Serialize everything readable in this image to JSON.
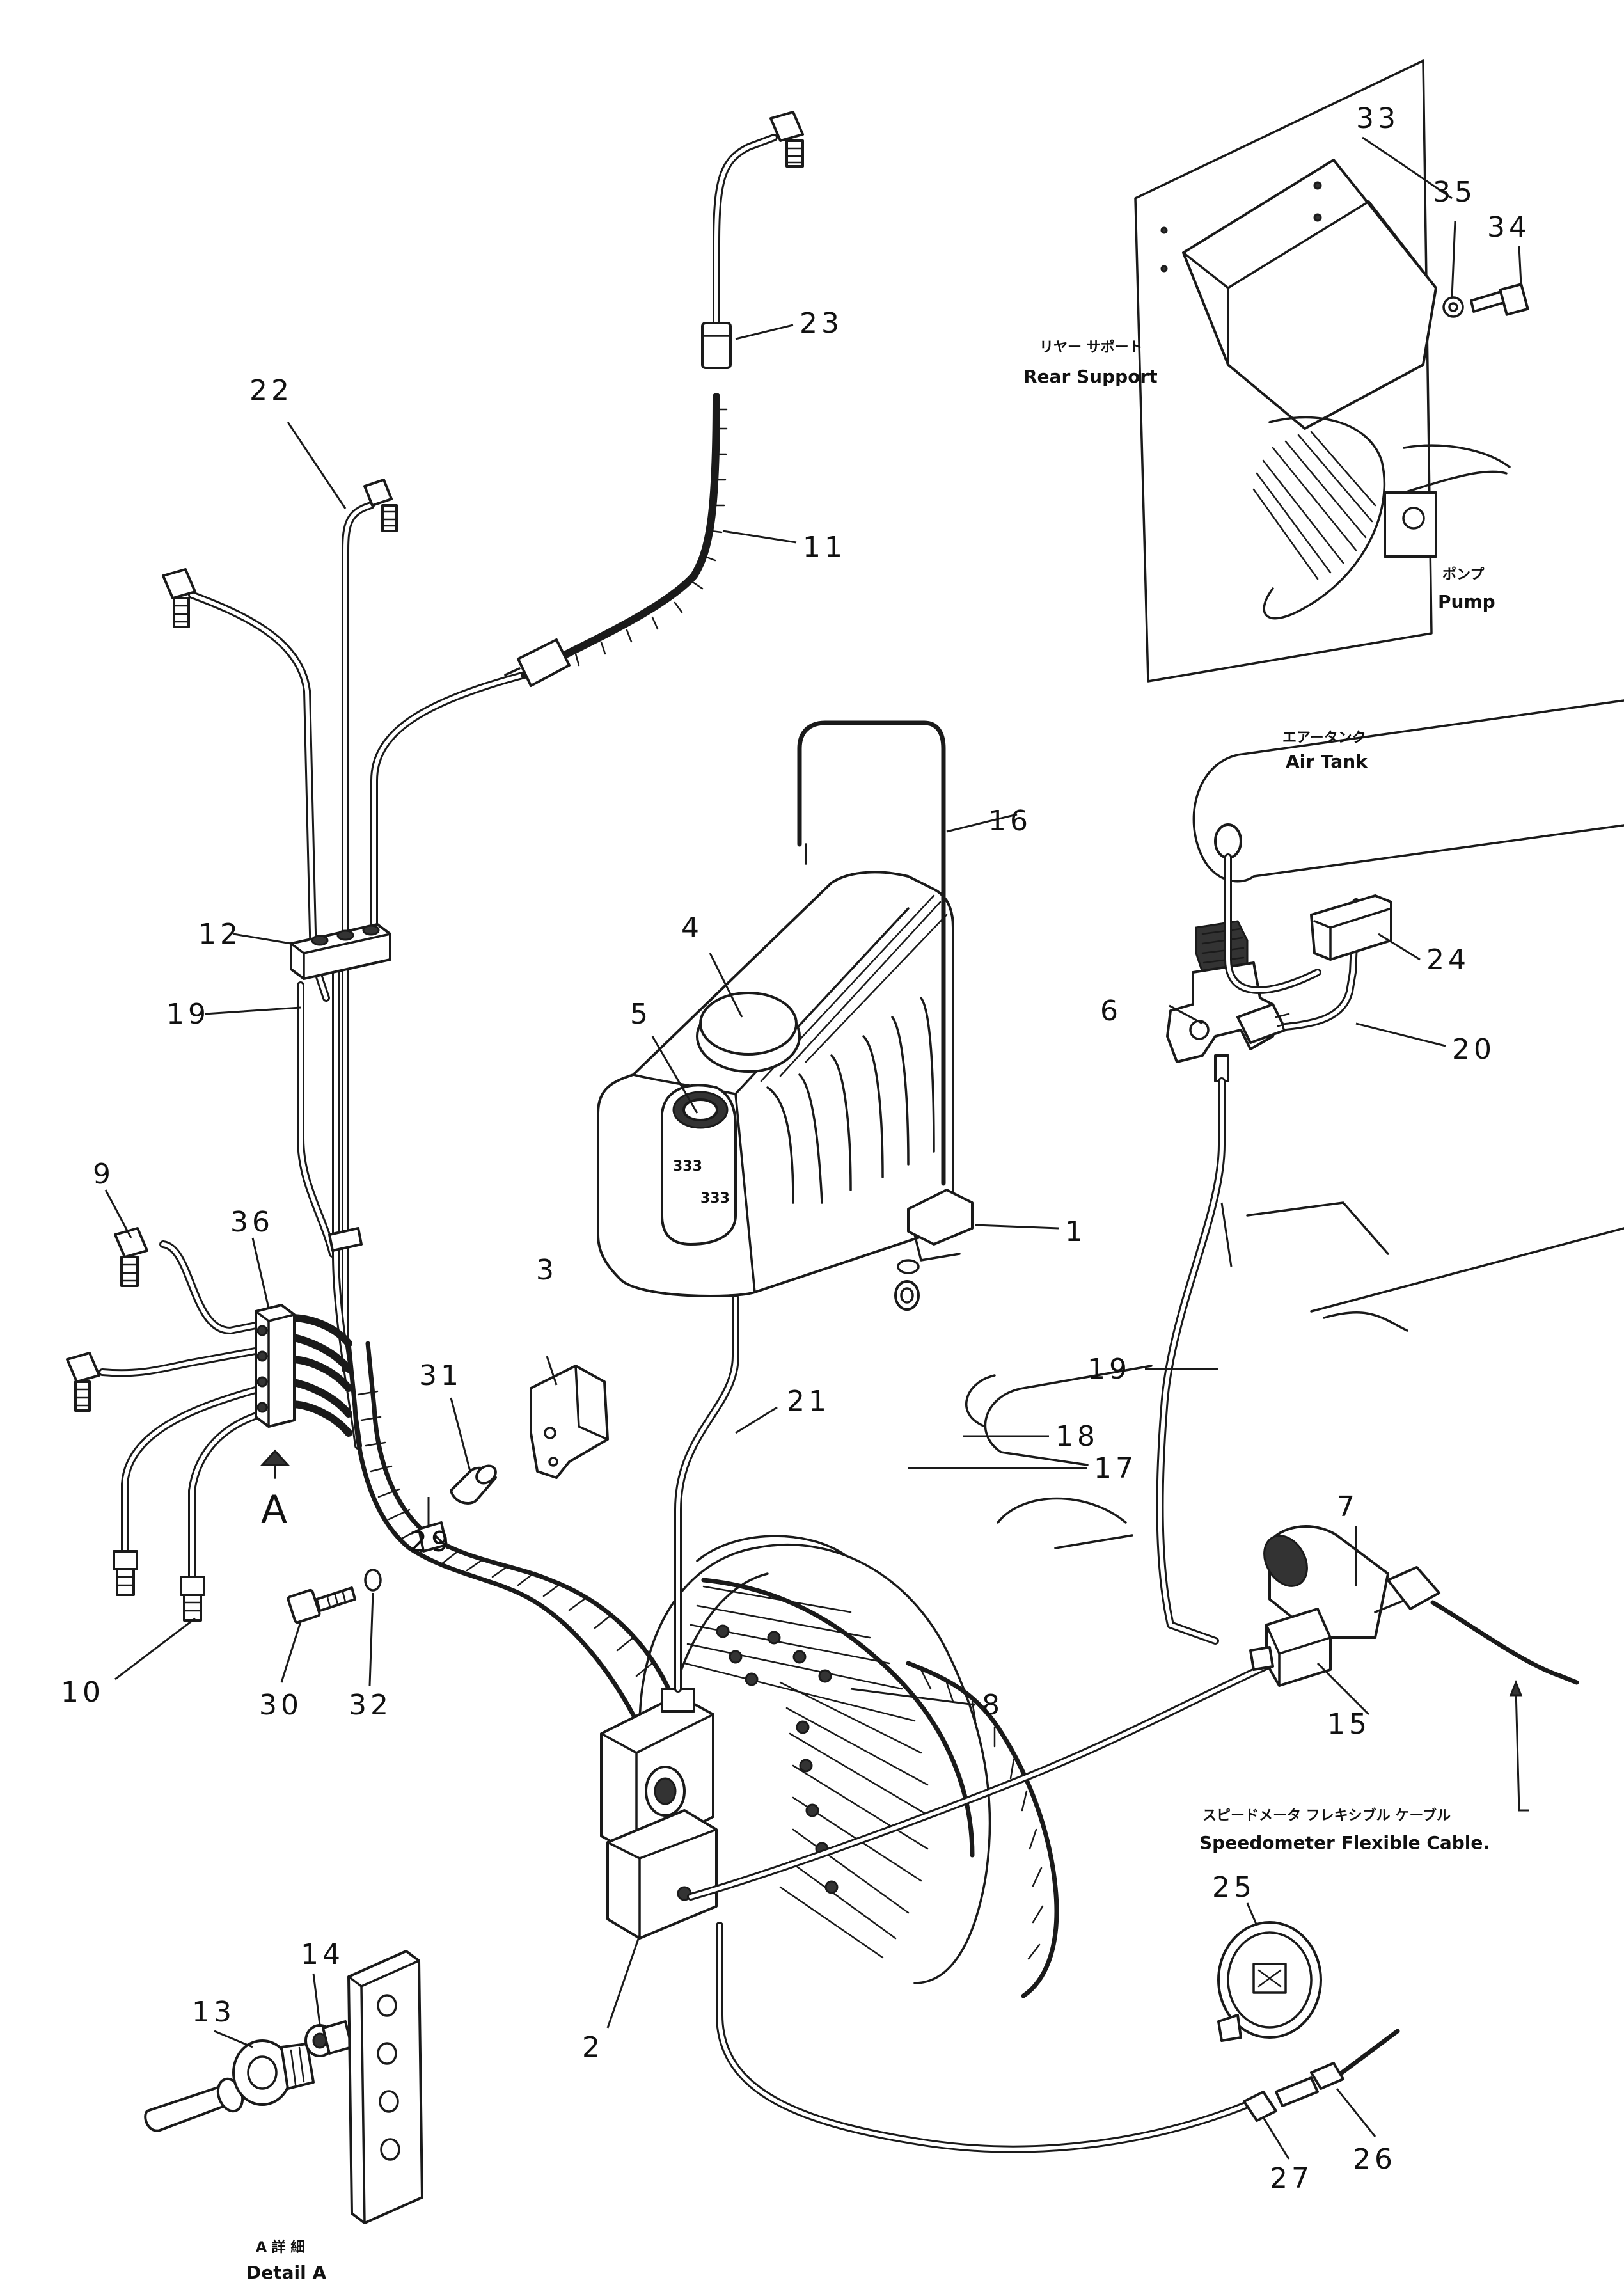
{
  "part_numbers": {
    "p1": "1",
    "p2": "2",
    "p3": "3",
    "p4": "4",
    "p5": "5",
    "p6": "6",
    "p7": "7",
    "p8": "8",
    "p9": "9",
    "p10": "10",
    "p11": "11",
    "p12": "12",
    "p13": "13",
    "p14": "14",
    "p15": "15",
    "p16": "16",
    "p17": "17",
    "p18": "18",
    "p19a": "19",
    "p19b": "19",
    "p20": "20",
    "p21": "21",
    "p22": "22",
    "p23": "23",
    "p24": "24",
    "p25": "25",
    "p26": "26",
    "p27": "27",
    "p29": "29",
    "p30": "30",
    "p31": "31",
    "p32": "32",
    "p33": "33",
    "p34": "34",
    "p35": "35",
    "p36": "36"
  },
  "labels": {
    "rear_support_jp": "リヤー サポート",
    "rear_support_en": "Rear Support",
    "pump_jp": "ポンプ",
    "pump_en": "Pump",
    "air_tank_jp": "エアータンク",
    "air_tank_en": "Air Tank",
    "speedometer_jp": "スピードメータ フレキシブル ケーブル",
    "speedometer_en": "Speedometer Flexible Cable.",
    "view_marker": "A",
    "detail_jp": "A 詳 細",
    "detail_en": "Detail A",
    "bottle_mark": "333"
  }
}
